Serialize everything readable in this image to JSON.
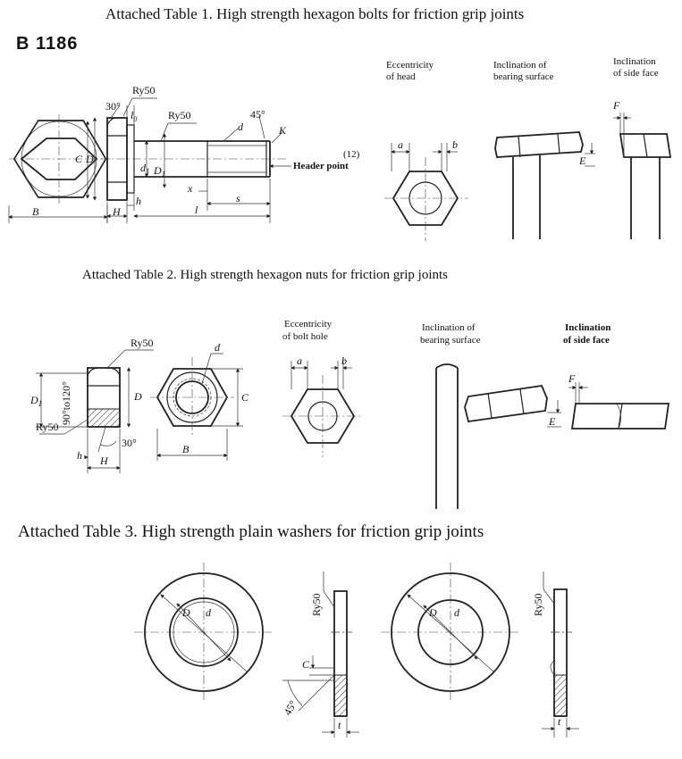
{
  "titles": {
    "table1": "Attached Table 1.  High strength hexagon bolts for friction grip joints",
    "table2": "Attached Table 2.  High strength hexagon nuts for friction grip joints",
    "table3": "Attached Table 3.  High strength plain washers for friction grip joints"
  },
  "standard": "B 1186",
  "bolt": {
    "labels": {
      "B": "B",
      "C": "C",
      "D": "D",
      "H": "H",
      "h": "h",
      "l": "l",
      "s": "s",
      "x": "x",
      "d": "d",
      "d1": "d",
      "d1_sub": "1",
      "D1": "D",
      "D1_sub": "1",
      "K": "K",
      "l0": "l",
      "l0_sub": "0",
      "angle30": "30°",
      "angle45": "45°",
      "Ry1": "Ry50",
      "Ry2": "Ry50",
      "note12": "(12)",
      "header_point": "Header point"
    },
    "captions": {
      "ecc_line1": "Eccentricity",
      "ecc_line2": "of head",
      "bear_line1": "Inclination of",
      "bear_line2": "bearing surface",
      "side_line1": "Inclination",
      "side_line2": "of side face"
    },
    "small": {
      "a": "a",
      "b": "b",
      "E": "E",
      "F": "F"
    }
  },
  "nut": {
    "labels": {
      "D1": "D",
      "D1_sub": "1",
      "D": "D",
      "C": "C",
      "B": "B",
      "H": "H",
      "h": "h",
      "d": "d",
      "Ry1": "Ry50",
      "Ry2": "Ry50",
      "angle": "90°to120°",
      "angle30": "30°"
    },
    "captions": {
      "ecc_line1": "Eccentricity",
      "ecc_line2": "of bolt hole",
      "bear_line1": "Inclination of",
      "bear_line2": "bearing surface",
      "side_line1": "Inclination",
      "side_line2": "of side face"
    },
    "small": {
      "a": "a",
      "b": "b",
      "E": "E",
      "F": "F"
    }
  },
  "washer": {
    "labels": {
      "D": "D",
      "d": "d",
      "C": "C",
      "t": "t",
      "Ry": "Ry50",
      "angle45": "45°",
      "D2": "D",
      "d2": "d",
      "t2": "t",
      "Ry2": "Ry50"
    }
  }
}
